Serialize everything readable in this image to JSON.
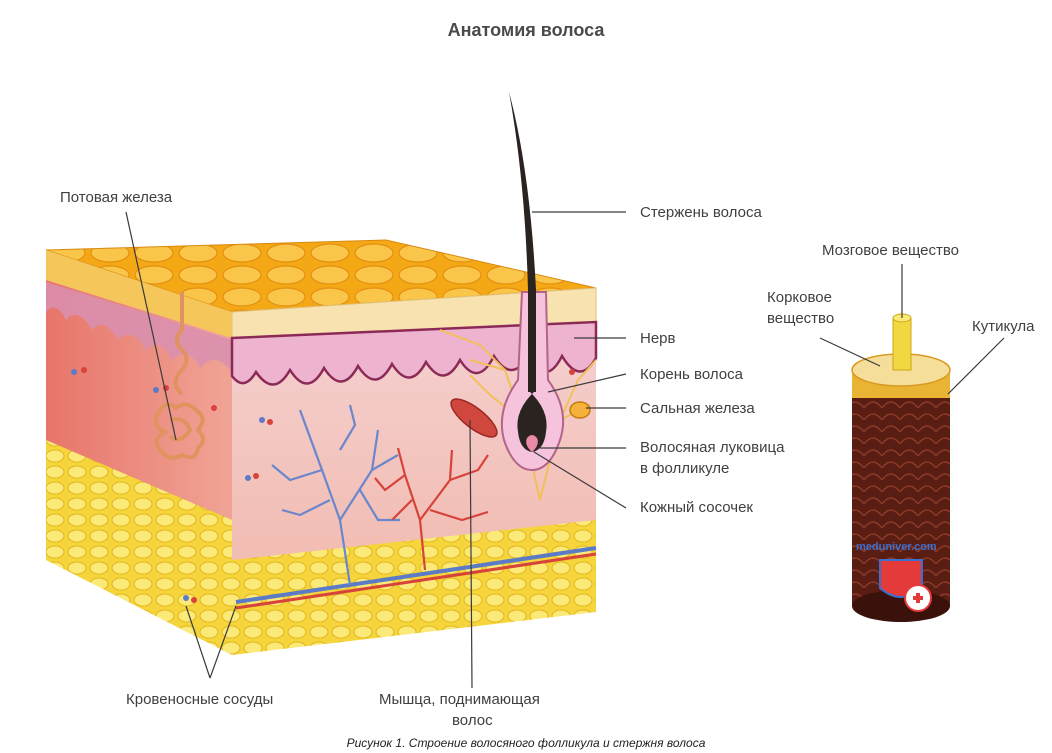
{
  "title": "Анатомия волоса",
  "labels": {
    "sweat_gland": "Потовая железа",
    "blood_vessels": "Кровеносные сосуды",
    "arrector_muscle_1": "Мышца, поднимающая",
    "arrector_muscle_2": "волос",
    "hair_shaft": "Стержень волоса",
    "nerve": "Нерв",
    "hair_root": "Корень волоса",
    "sebaceous_gland": "Сальная железа",
    "bulb_1": "Волосяная луковица",
    "bulb_2": "в фолликуле",
    "papilla": "Кожный сосочек",
    "medulla": "Мозговое вещество",
    "cortex_1": "Корковое",
    "cortex_2": "вещество",
    "cuticle": "Кутикула"
  },
  "watermark": "meduniver.com",
  "caption": "Рисунок 1. Строение волосяного фолликула и стержня волоса",
  "colors": {
    "epidermis_top": "#f6b21d",
    "epidermis_side": "#f7e0a8",
    "dermis": "#f4c7c2",
    "dermis_dark": "#e2766c",
    "fat": "#f5d43c",
    "hair": "#2a2320",
    "cuticle": "#5a1d14",
    "vein": "#5c7bc6",
    "artery": "#d7433a",
    "nerve": "#f1c05a"
  }
}
